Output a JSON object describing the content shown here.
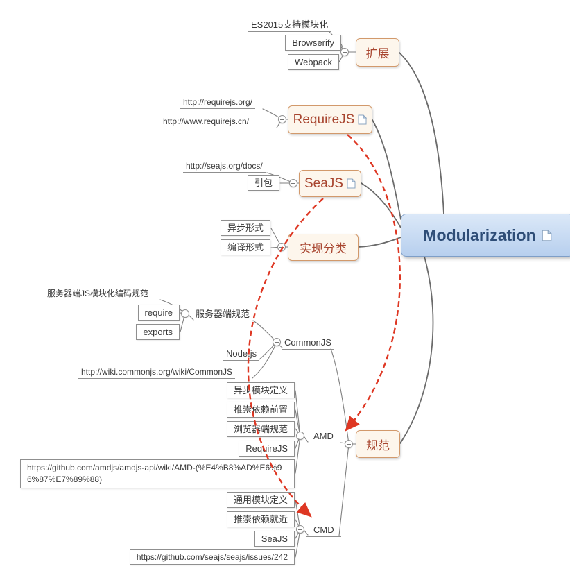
{
  "root": {
    "label": "Modularization"
  },
  "topics": {
    "extension": {
      "label": "扩展"
    },
    "requirejs": {
      "label": "RequireJS"
    },
    "seajs": {
      "label": "SeaJS"
    },
    "implementation": {
      "label": "实现分类"
    },
    "specification": {
      "label": "规范"
    }
  },
  "extension_children": {
    "es2015": "ES2015支持模块化",
    "browserify": "Browserify",
    "webpack": "Webpack"
  },
  "requirejs_children": {
    "url_en": "http://requirejs.org/",
    "url_cn": "http://www.requirejs.cn/"
  },
  "seajs_children": {
    "docs_url": "http://seajs.org/docs/",
    "import": "引包"
  },
  "implementation_children": {
    "async_form": "异步形式",
    "compiled_form": "编译形式"
  },
  "commonjs": {
    "label": "CommonJS",
    "server_spec": {
      "label": "服务器端规范",
      "desc": "服务器端JS模块化编码规范",
      "require": "require",
      "exports": "exports"
    },
    "nodejs": "Node.js",
    "wiki_url": "http://wiki.commonjs.org/wiki/CommonJS"
  },
  "amd": {
    "label": "AMD",
    "definition": "异步模块定义",
    "dependency": "推崇依赖前置",
    "scope": "浏览器端规范",
    "implementation": "RequireJS",
    "url": "https://github.com/amdjs/amdjs-api/wiki/AMD-(%E4%B8%AD%E6%96%87%E7%89%88)"
  },
  "cmd": {
    "label": "CMD",
    "definition": "通用模块定义",
    "dependency": "推崇依赖就近",
    "implementation": "SeaJS",
    "url": "https://github.com/seajs/seajs/issues/242"
  },
  "colors": {
    "root_fill": "#c9dcf5",
    "root_border": "#7e9ec7",
    "root_text": "#2e4d77",
    "topic_fill": "#fdf6ec",
    "topic_border": "#d2996b",
    "topic_text": "#a8452f",
    "connector": "#7f7f7f",
    "relationship_arrow": "#de3723"
  }
}
